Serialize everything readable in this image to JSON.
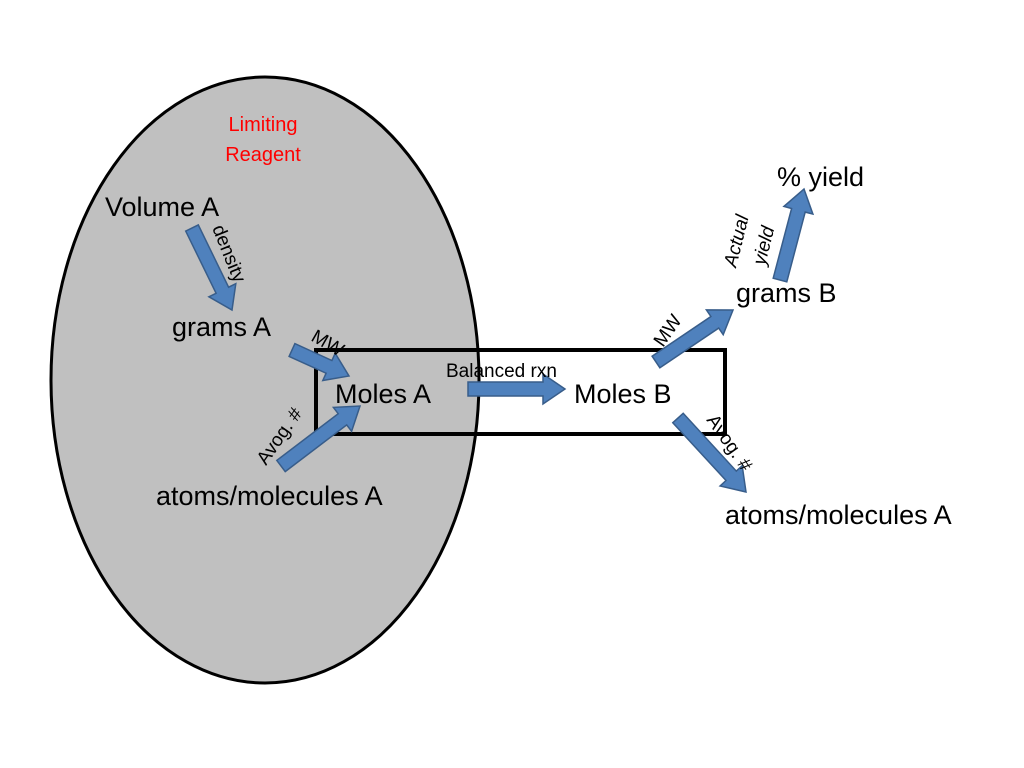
{
  "colors": {
    "region_fill": "#c0c0c0",
    "region_stroke": "#000000",
    "arrow_fill": "#4f81bd",
    "arrow_stroke": "#385d8a",
    "title_color": "#ff0000",
    "box_stroke": "#000000"
  },
  "diagram": {
    "region_title": {
      "line1": "Limiting",
      "line2": "Reagent"
    },
    "nodes": {
      "volume_a": "Volume A",
      "grams_a": "grams A",
      "moles_a": "Moles A",
      "atoms_a_left": "atoms/molecules A",
      "moles_b": "Moles B",
      "grams_b": "grams B",
      "percent_yield": "% yield",
      "atoms_a_right": "atoms/molecules A"
    },
    "edges": {
      "density": "density",
      "mw_left": "MW",
      "avog_left": "Avog. #",
      "balanced_rxn": "Balanced rxn",
      "mw_right": "MW",
      "avog_right": "Avog. #",
      "actual": "Actual",
      "yield": "yield"
    }
  }
}
